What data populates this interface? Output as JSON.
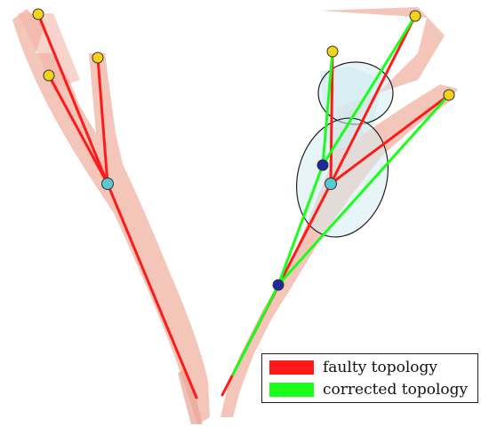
{
  "colors": {
    "faulty": "#ff1a1a",
    "corrected": "#1aff1a",
    "junction_node": "#5bc8d0",
    "endpoint_node": "#f2d21a",
    "added_node": "#1d2a9c",
    "vessel_fill": "#f1b6a8",
    "region_fill": "#d4ecf2"
  },
  "icons": {
    "endpoint": "yellow-circle",
    "junction": "cyan-circle",
    "added": "blue-circle"
  },
  "legend": {
    "placement": "bottom-right",
    "items": [
      {
        "label": "faulty topology",
        "color": "#ff1a1a"
      },
      {
        "label": "corrected topology",
        "color": "#1aff1a"
      }
    ]
  }
}
